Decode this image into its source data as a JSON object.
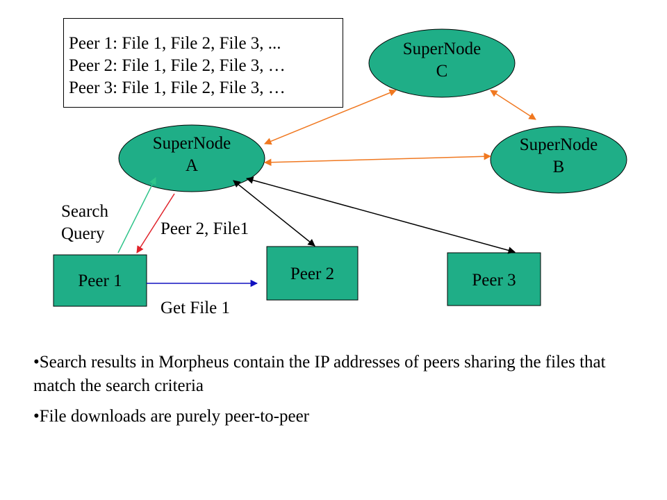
{
  "index_box": {
    "lines": [
      "Peer 1: File 1, File 2, File 3, ...",
      "Peer 2: File 1, File 2, File 3, …",
      "Peer 3: File 1, File 2, File 3, …"
    ]
  },
  "supernodes": {
    "a": {
      "line1": "SuperNode",
      "line2": "A"
    },
    "b": {
      "line1": "SuperNode",
      "line2": "B"
    },
    "c": {
      "line1": "SuperNode",
      "line2": "C"
    }
  },
  "peers": {
    "p1": "Peer 1",
    "p2": "Peer 2",
    "p3": "Peer 3"
  },
  "edge_labels": {
    "search_line1": "Search",
    "search_line2": "Query",
    "response": "Peer 2, File1",
    "get_file": "Get File 1"
  },
  "bullets": [
    "•Search results in Morpheus contain the IP addresses of peers sharing the files that match the search criteria",
    "•File downloads are purely peer-to-peer"
  ],
  "colors": {
    "node_fill": "#1fae87",
    "orange_arrow": "#f07820",
    "green_arrow": "#2fc48a",
    "red_arrow": "#e0222a",
    "blue_arrow": "#1010c0",
    "black_arrow": "#000000"
  }
}
